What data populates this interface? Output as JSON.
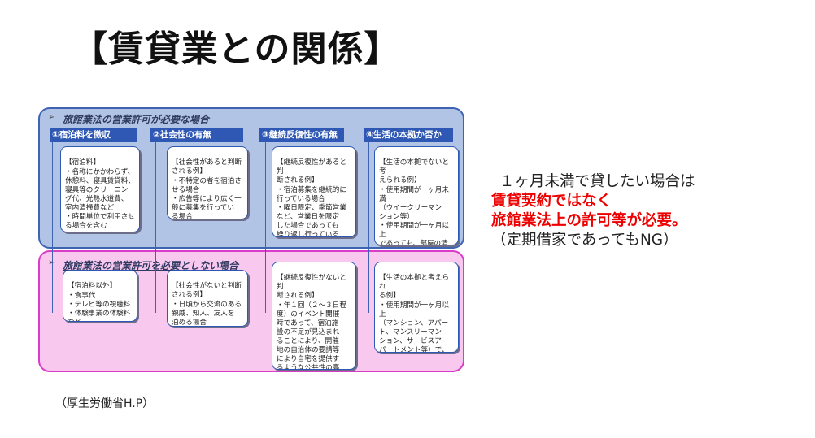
{
  "slide": {
    "title": "【賃貸業との関係】",
    "source": "（厚生労働省H.P）"
  },
  "diagram": {
    "required_panel": {
      "heading": "旅館業法の営業許可が必要な場合",
      "arrow": "➢",
      "categories": [
        {
          "label": "①宿泊料を徴収"
        },
        {
          "label": "②社会性の有無"
        },
        {
          "label": "③継続反復性の有無"
        },
        {
          "label": "④生活の本拠か否か"
        }
      ],
      "boxes": [
        {
          "title": "【宿泊料】",
          "body": "・名称にかかわらず、\n 休憩料、寝具賃貸料、\n 寝具等のクリーニン\n グ代、光熱水道費、\n 室内清掃費など\n・時間単位で利用させ\n る場合を含む"
        },
        {
          "title": "【社会性があると判断\n される例】",
          "body": "・不特定の者を宿泊さ\n せる場合\n・広告等により広く一\n 般に募集を行ってい\n る場合\n など"
        },
        {
          "title": "【継続反復性があると判\n 断される例】",
          "body": "・宿泊募集を継続的に\n 行っている場合\n・曜日限定、季節営業\n など、営業日を限定\n した場合であっても\n 繰り返し行っている\n 場合\n など"
        },
        {
          "title": "【生活の本拠でないと考\n えられる例】",
          "body": "・使用期間が一ヶ月未満\n （ウイークリーマン\n ション等）\n・使用期間が一ヶ月以上\n であっても、部屋の清\n 掃や寝具類の提供等を\n 施設提供者が行う場合\n （下宿など）\n など"
        }
      ]
    },
    "not_required_panel": {
      "heading": "旅館業法の営業許可を必要としない場合",
      "arrow": "➢",
      "boxes": [
        {
          "title": "【宿泊料以外】",
          "body": "・食事代\n・テレビ等の視聴料\n・体験事業の体験料\n など"
        },
        {
          "title": "【社会性がないと判断\n される例】",
          "body": "・日頃から交流のある\n 親戚、知人、友人を\n 泊める場合\n など"
        },
        {
          "title": "【継続反復性がないと判\n 断される例】",
          "body": "・年１回（２〜３日程\n 度）のイベント開催\n 時であって、宿泊施\n 設の不足が見込まれ\n ることにより、開催\n 地の自治体の要請等\n により自宅を提供す\n るような公共性の高\n いもの\n など"
        },
        {
          "title": "【生活の本拠と考えられ\n る例】",
          "body": "・使用期間が一ヶ月以上\n （マンション、アパー\n ト、マンスリーマン\n ション、サービスア\n パートメント等）で、\n 使用者自らの責任で部\n 屋の清掃等を行う場合\n など"
        }
      ]
    }
  },
  "note": {
    "line1": "１ヶ月未満で貸したい場合は",
    "line2": "賃貸契約ではなく",
    "line3": "旅館業法上の許可等が必要。",
    "line4": "（定期借家であってもNG）"
  },
  "colors": {
    "blue_panel_bg": "#b2c4e6",
    "blue_panel_border": "#3d63b2",
    "category_bg": "#2e58b4",
    "pink_panel_bg": "#f9c8ef",
    "pink_panel_border": "#d83cc8",
    "emphasis_red": "#ee0000"
  }
}
